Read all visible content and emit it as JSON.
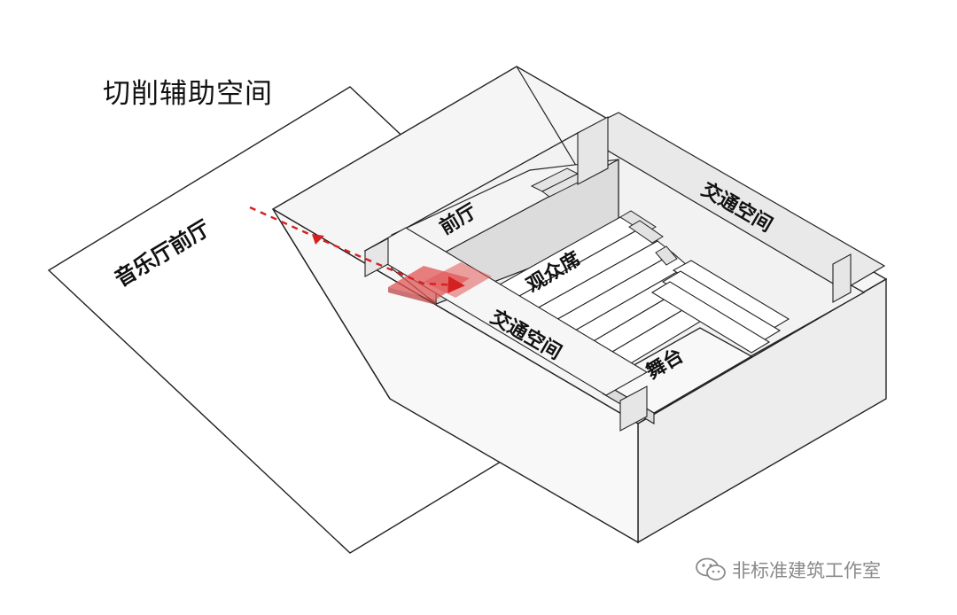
{
  "title": "切削辅助空间",
  "labels": {
    "concert_lobby": "音乐厅前厅",
    "foyer": "前厅",
    "audience": "观众席",
    "circulation_top": "交通空间",
    "circulation_front": "交通空间",
    "stage": "舞台"
  },
  "watermark": {
    "text": "非标准建筑工作室",
    "icon": "wechat-icon"
  },
  "colors": {
    "line": "#222222",
    "wall_face": "#ececec",
    "wall_face_dark": "#dedede",
    "floor": "#f7f7f7",
    "arrow": "#d42020",
    "arrow_fill": "#e05555"
  }
}
